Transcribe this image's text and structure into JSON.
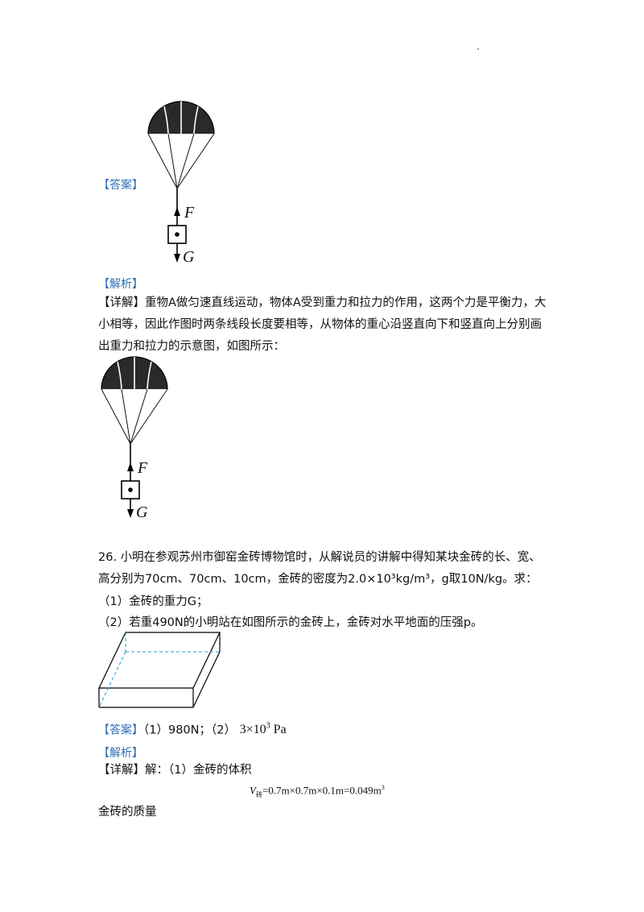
{
  "q25": {
    "answer_tag": "【答案】",
    "analysis_tag": "【解析】",
    "detail_tag": "【详解】",
    "detail_text": "重物A做匀速直线运动，物体A受到重力和拉力的作用，这两个力是平衡力，大小相等，因此作图时两条线段长度要相等，从物体的重心沿竖直向下和竖直向上分别画出重力和拉力的示意图，如图所示：",
    "diagram": {
      "force_up": "F",
      "force_down": "G"
    }
  },
  "q26": {
    "number": "26.",
    "stem": "小明在参观苏州市御窑金砖博物馆时，从解说员的讲解中得知某块金砖的长、宽、高分别为70cm、70cm、10cm，金砖的密度为2.0×10³kg/m³，g取10N/kg。求：",
    "sub1": "（1）金砖的重力G；",
    "sub2": "（2）若重490N的小明站在如图所示的金砖上，金砖对水平地面的压强p。",
    "answer_tag": "【答案】",
    "answer_text": "（1）980N；（2）",
    "answer_value": "3×10",
    "answer_exp": "3",
    "answer_unit": "Pa",
    "analysis_tag": "【解析】",
    "detail_tag": "【详解】",
    "detail_text": "解：（1）金砖的体积",
    "formula_var": "V",
    "formula_sub": "砖",
    "formula_body": "=0.7m×0.7m×0.1m=0.049m",
    "formula_exp": "3",
    "mass_text": "金砖的质量"
  }
}
